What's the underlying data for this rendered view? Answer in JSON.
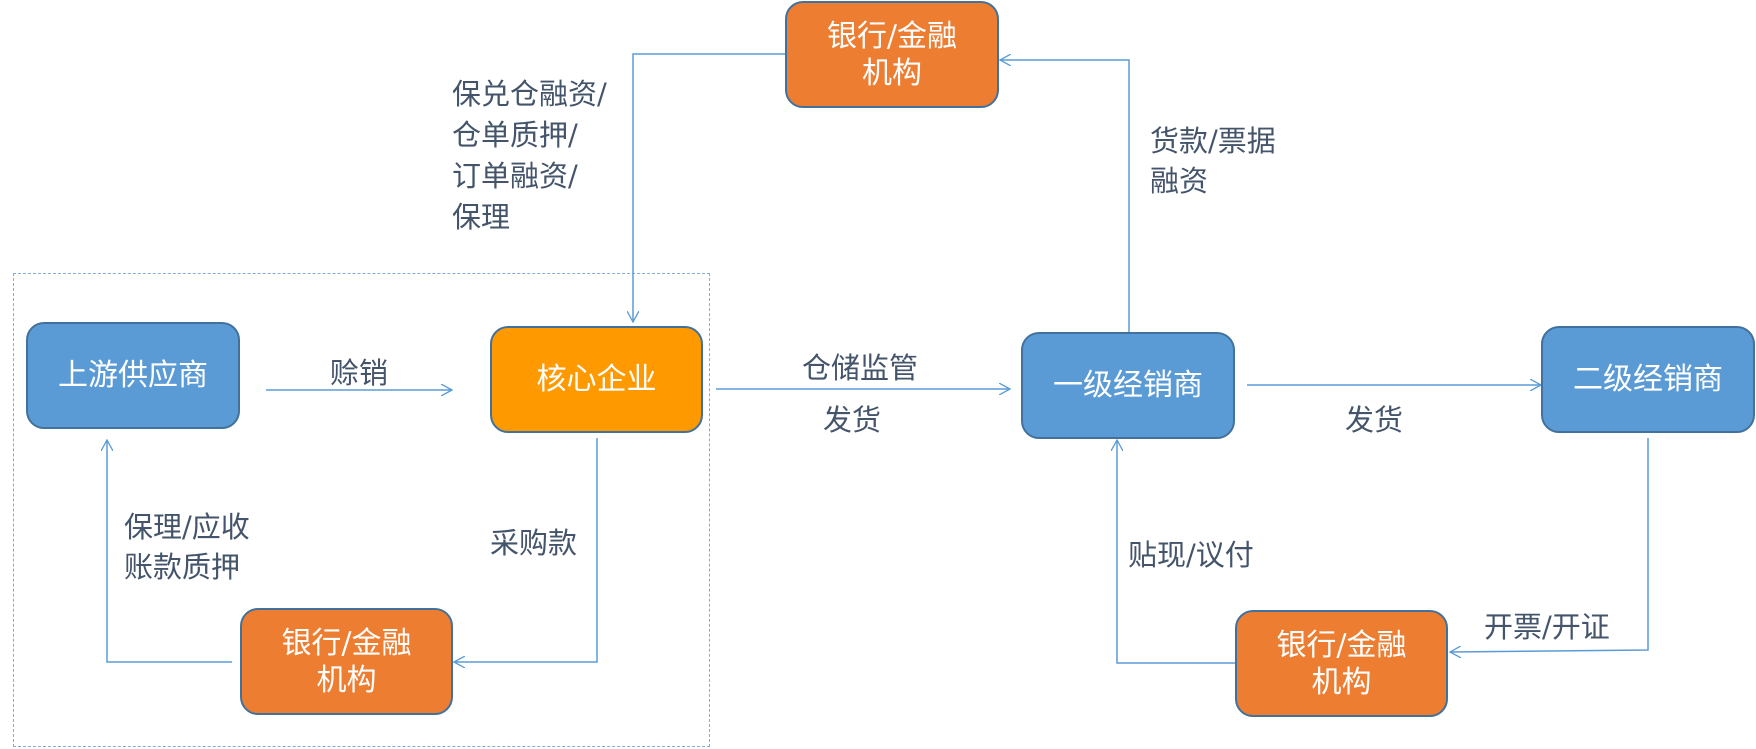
{
  "diagram": {
    "type": "supply-chain-finance-flow",
    "colors": {
      "distributor_blue": "#5B9BD5",
      "core_orange": "#FF9900",
      "bank_orange": "#ED7D31",
      "box_border": "#41719C",
      "arrow": "#5B9BD5",
      "label_text": "#44546A"
    },
    "nodes": {
      "upstream_supplier": "上游供应商",
      "core_enterprise": "核心企业",
      "first_distributor": "一级经销商",
      "second_distributor": "二级经销商",
      "bank_top": "银行/金融\n机构",
      "bank_bottom_left": "银行/金融\n机构",
      "bank_bottom_right": "银行/金融\n机构"
    },
    "edge_labels": {
      "credit_sale": "赊销",
      "warehouse_supervision": "仓储监管",
      "shipment_1": "发货",
      "shipment_2": "发货",
      "top_bank_financing": "保兑仓融资/\n仓单质押/\n订单融资/\n保理",
      "payment_bill_financing": "货款/票据\n融资",
      "factoring_receivables": "保理/应收\n账款质押",
      "purchase_payment": "采购款",
      "discount_negotiation": "贴现/议付",
      "invoice_lc": "开票/开证"
    }
  }
}
